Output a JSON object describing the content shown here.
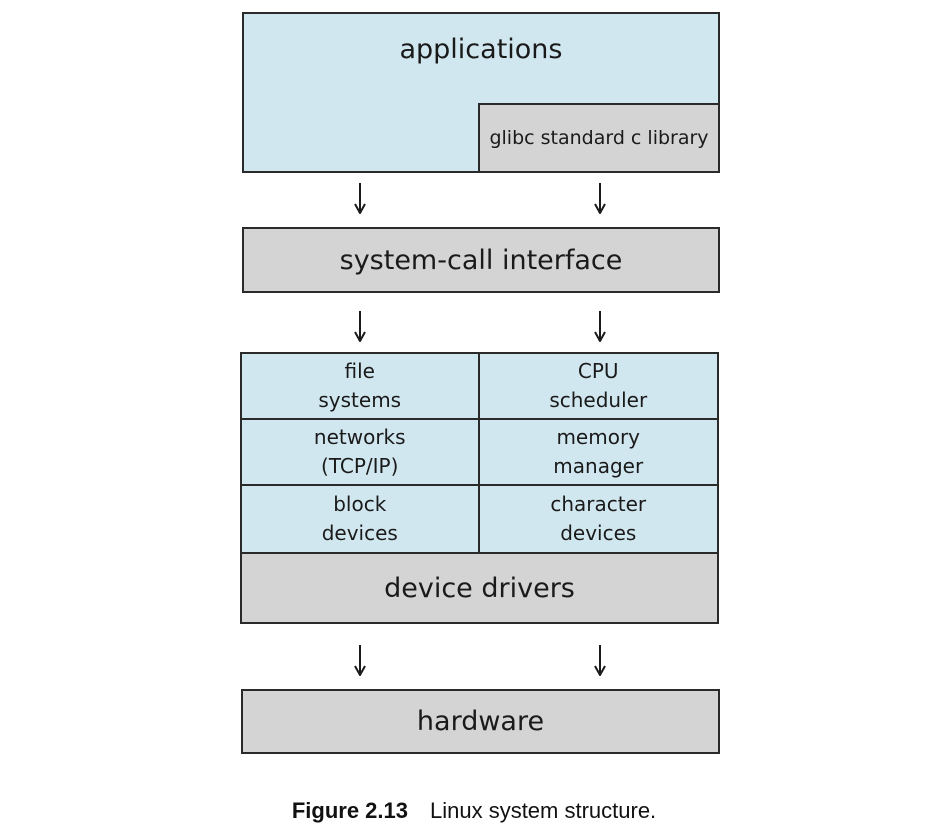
{
  "diagram": {
    "applications": {
      "label": "applications",
      "glibc": "glibc standard c library"
    },
    "system_call_interface": "system-call interface",
    "kernel": {
      "cells": [
        [
          "file\nsystems",
          "CPU\nscheduler"
        ],
        [
          "networks\n(TCP/IP)",
          "memory\nmanager"
        ],
        [
          "block\ndevices",
          "character\ndevices"
        ]
      ],
      "device_drivers": "device drivers"
    },
    "hardware": "hardware"
  },
  "caption": {
    "number": "Figure 2.13",
    "text": "Linux system structure."
  },
  "colors": {
    "blue_fill": "#d1e7f0",
    "gray_fill": "#d4d4d4",
    "stroke": "#2a2a2a"
  }
}
